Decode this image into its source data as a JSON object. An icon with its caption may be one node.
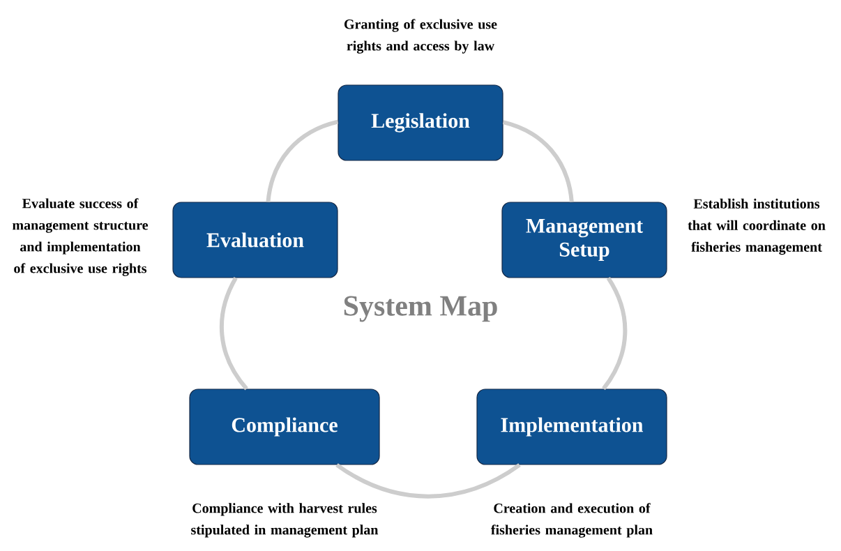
{
  "diagram": {
    "nodes": [
      {
        "text": [
          "Legislation"
        ],
        "beside": [
          "Granting of exclusive use rights and access by law"
        ]
      },
      {
        "text": [
          "Evaluation"
        ],
        "beside": [
          "Evaluate success of management structure and implementation of exclusive use rights"
        ]
      },
      {
        "text": [
          "Management Setup"
        ],
        "beside": [
          "Establish institutions that will coordinate on fisheries management"
        ]
      },
      {
        "text": [
          "Compliance"
        ],
        "beside": [
          "Compliance with harvest rules stipulated in management plan"
        ]
      },
      {
        "text": [
          "Implementation"
        ],
        "beside": [
          "Creation and execution of fisheries management plan"
        ]
      }
    ],
    "edges": [
      {
        "from": 0,
        "to": 2,
        "arrow": "none"
      },
      {
        "from": 2,
        "to": 4,
        "arrow": "none"
      },
      {
        "from": 4,
        "to": 3,
        "arrow": "none"
      },
      {
        "from": 3,
        "to": 1,
        "arrow": "none"
      },
      {
        "from": 1,
        "to": 0,
        "arrow": "none"
      }
    ],
    "labels": [
      "System Map"
    ]
  }
}
